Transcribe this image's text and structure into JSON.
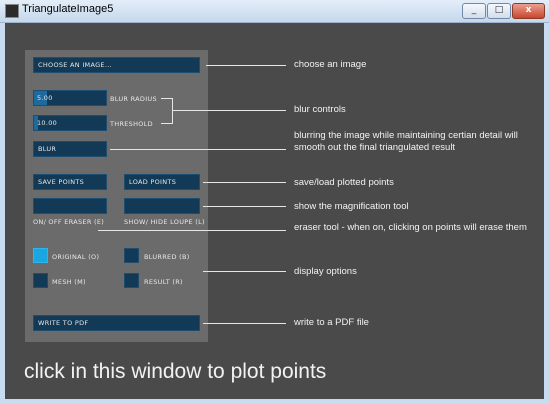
{
  "window": {
    "title": "TriangulateImage5",
    "minimize_glyph": "_",
    "maximize_glyph": "□",
    "close_glyph": "x"
  },
  "panel": {
    "choose_image_label": "CHOOSE AN IMAGE...",
    "blur_radius_value": "5.00",
    "blur_radius_fill": 0.18,
    "blur_radius_label": "BLUR RADIUS",
    "threshold_value": "10.00",
    "threshold_fill": 0.05,
    "threshold_label": "THRESHOLD",
    "blur_button_label": "BLUR",
    "save_points_label": "SAVE POINTS",
    "load_points_label": "LOAD POINTS",
    "eraser_label": "ON/ OFF ERASER (E)",
    "loupe_label": "SHOW/ HIDE LOUPE (L)",
    "original_label": "ORIGINAL (O)",
    "original_checked": true,
    "blurred_label": "BLURRED (B)",
    "blurred_checked": false,
    "mesh_label": "MESH (M)",
    "mesh_checked": false,
    "result_label": "RESULT (R)",
    "result_checked": false,
    "write_pdf_label": "WRITE TO PDF"
  },
  "annotations": {
    "choose_image": "choose an image",
    "blur_controls": "blur controls",
    "blur_explanation": "blurring the image while maintaining certian detail will smooth out the final triangulated result",
    "save_load": "save/load plotted points",
    "magnification": "show the magnification tool",
    "eraser": "eraser tool - when on, clicking on points will erase them",
    "display_options": "display options",
    "write_pdf": "write to a PDF file"
  },
  "footer_text": "click in this window to plot points",
  "colors": {
    "background": "#4a4a4a",
    "panel": "#6b6b6b",
    "control": "#123a57",
    "accent": "#1aa6e0"
  }
}
